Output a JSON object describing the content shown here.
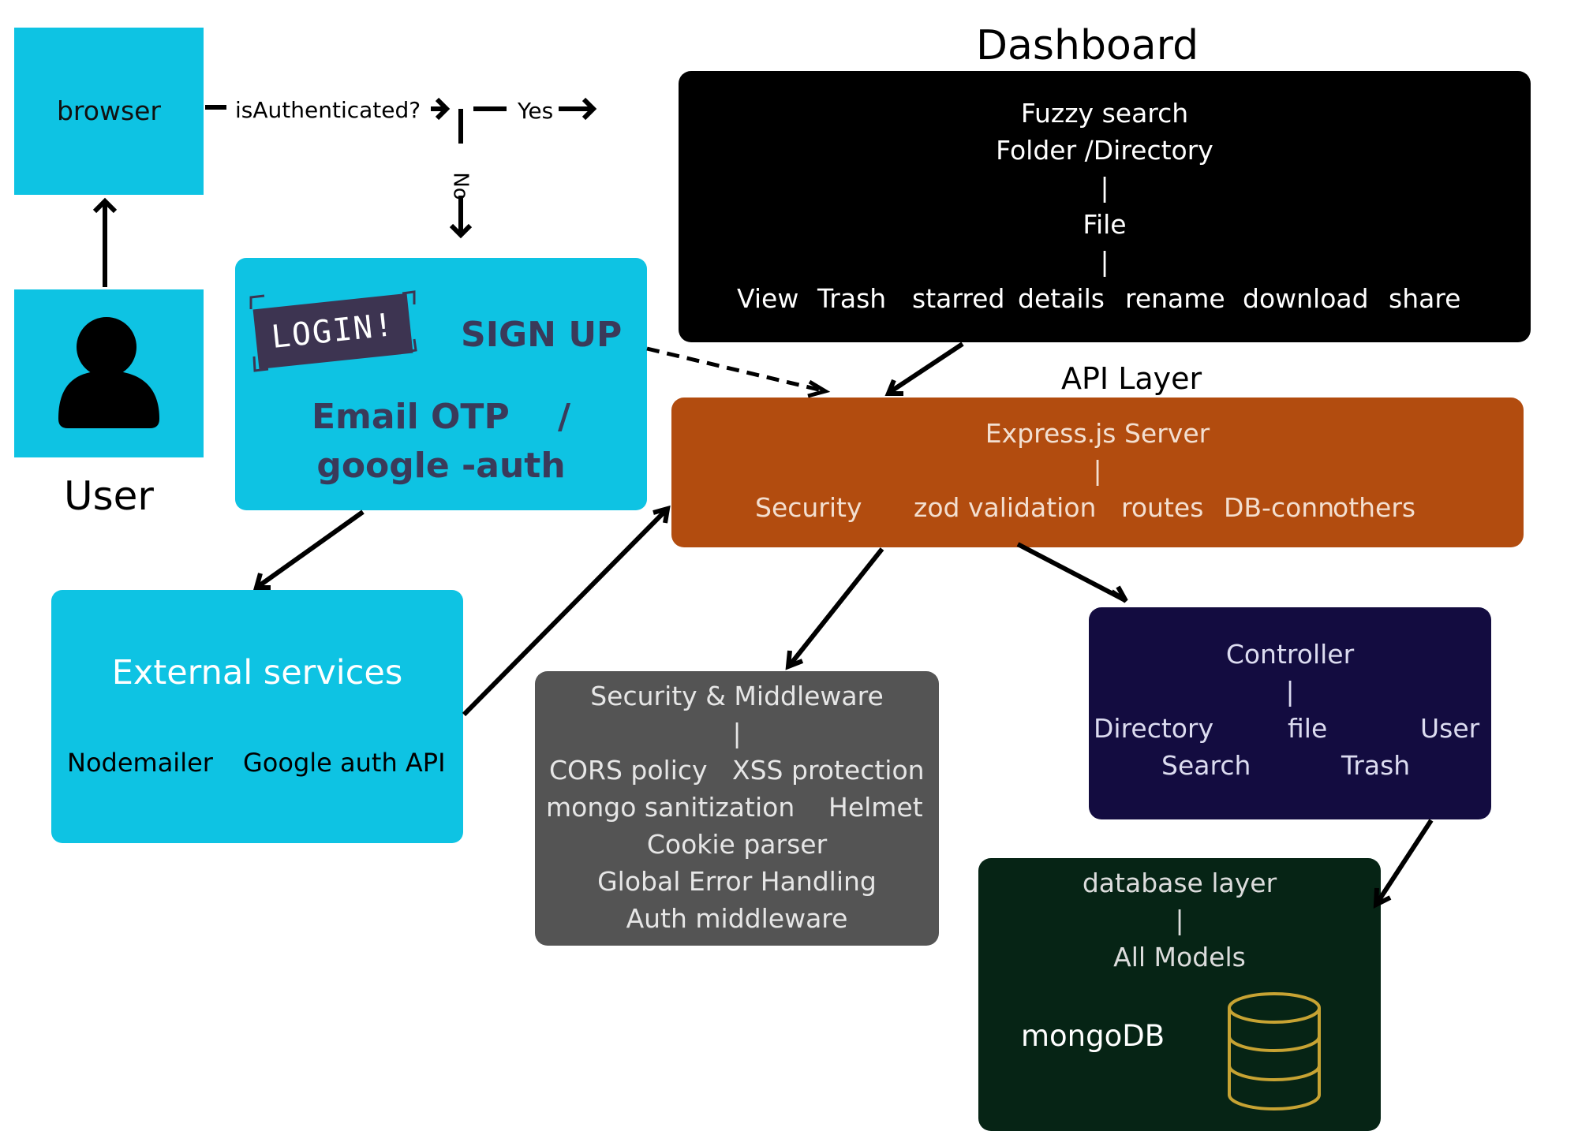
{
  "colors": {
    "cyan": "#0ec3e3",
    "black": "#000000",
    "orange": "#b24c0f",
    "gray": "#545454",
    "navy": "#130c40",
    "darkgreen": "#062415",
    "db_icon": "#c7a333"
  },
  "browser": {
    "label": "browser"
  },
  "user": {
    "icon": "user-icon",
    "label": "User"
  },
  "flow": {
    "question": "isAuthenticated?",
    "yes": "Yes",
    "no": "No"
  },
  "auth": {
    "login_stamp": "LOGIN!",
    "signup": "SIGN UP",
    "line1": "Email OTP    /",
    "line2": "google -auth"
  },
  "dashboard": {
    "title": "Dashboard",
    "line1": "Fuzzy search",
    "line2": "Folder /Directory",
    "sep1": "|",
    "line3": "File",
    "sep2": "|",
    "actions": [
      "View",
      "Trash",
      "starred",
      "details",
      "rename",
      "download",
      "share"
    ]
  },
  "api": {
    "title": "API Layer",
    "line1": "Express.js Server",
    "sep": "|",
    "items": [
      "Security",
      "zod validation",
      "routes",
      "DB-conn",
      "others"
    ]
  },
  "external": {
    "title": "External services",
    "items": [
      "Nodemailer",
      "Google auth API"
    ]
  },
  "security": {
    "title": "Security & Middleware",
    "sep": "|",
    "row1": [
      "CORS policy",
      "XSS protection"
    ],
    "row2": [
      "mongo sanitization",
      "Helmet"
    ],
    "row3": "Cookie parser",
    "row4": "Global Error Handling",
    "row5": "Auth middleware"
  },
  "controller": {
    "title": "Controller",
    "sep": "|",
    "row1": [
      "Directory",
      "file",
      "User"
    ],
    "row2": [
      "Search",
      "Trash"
    ]
  },
  "database": {
    "title": "database layer",
    "sep": "|",
    "models": "All Models",
    "name": "mongoDB",
    "icon": "database-icon"
  }
}
